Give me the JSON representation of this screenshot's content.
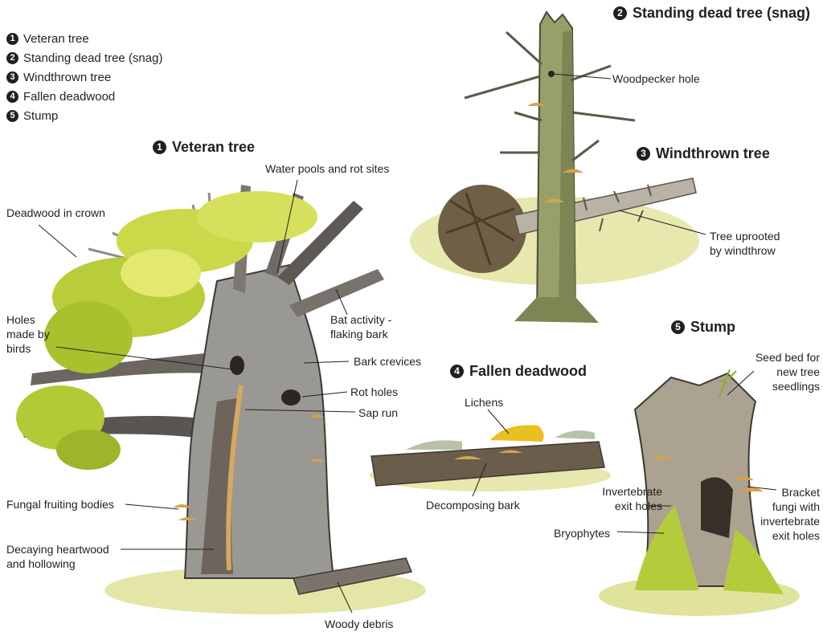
{
  "legend": [
    {
      "num": "1",
      "label": "Veteran tree"
    },
    {
      "num": "2",
      "label": "Standing dead tree (snag)"
    },
    {
      "num": "3",
      "label": "Windthrown tree"
    },
    {
      "num": "4",
      "label": "Fallen deadwood"
    },
    {
      "num": "5",
      "label": "Stump"
    }
  ],
  "headings": {
    "veteran": {
      "num": "1",
      "label": "Veteran tree"
    },
    "snag": {
      "num": "2",
      "label": "Standing dead tree (snag)"
    },
    "windthrown": {
      "num": "3",
      "label": "Windthrown tree"
    },
    "fallen": {
      "num": "4",
      "label": "Fallen deadwood"
    },
    "stump": {
      "num": "5",
      "label": "Stump"
    }
  },
  "labels": {
    "water_pools": "Water pools and rot sites",
    "deadwood_crown": "Deadwood in crown",
    "holes_birds": [
      "Holes",
      "made by",
      "birds"
    ],
    "bat_activity": [
      "Bat activity -",
      "flaking bark"
    ],
    "bark_crevices": "Bark crevices",
    "rot_holes": "Rot holes",
    "sap_run": "Sap run",
    "fungal_bodies": "Fungal fruiting bodies",
    "decaying_heartwood": [
      "Decaying heartwood",
      "and hollowing"
    ],
    "woody_debris": "Woody debris",
    "woodpecker_hole": "Woodpecker hole",
    "tree_uprooted": [
      "Tree uprooted",
      "by windthrow"
    ],
    "lichens": "Lichens",
    "decomposing_bark": "Decomposing bark",
    "seed_bed": [
      "Seed bed for",
      "new tree",
      "seedlings"
    ],
    "invertebrate_exit": [
      "Invertebrate",
      "exit holes"
    ],
    "bracket_fungi": [
      "Bracket",
      "fungi with",
      "invertebrate",
      "exit holes"
    ],
    "bryophytes": "Bryophytes"
  },
  "colors": {
    "leaf_light": "#d7e05a",
    "leaf_dark": "#9fb92a",
    "bark_grey": "#8d8d88",
    "bark_dark": "#4f4a44",
    "grass": "#d9de8a",
    "moss": "#a9c43a",
    "fungus": "#d6a34a",
    "lichen": "#e8c020"
  }
}
